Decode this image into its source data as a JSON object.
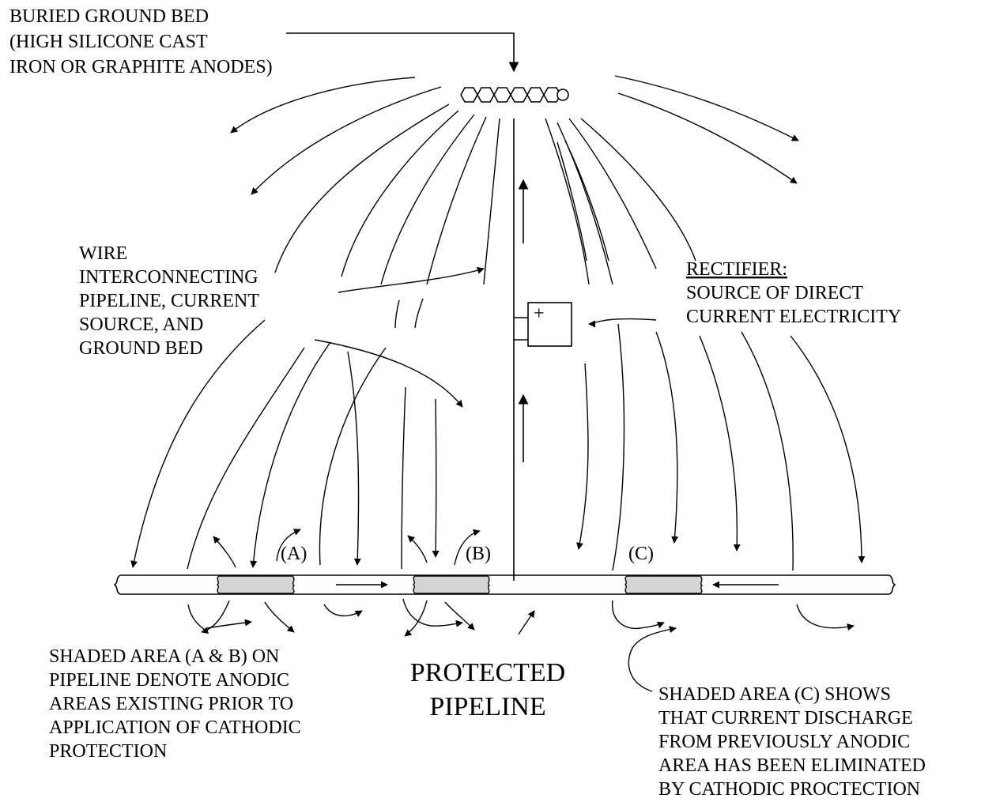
{
  "labels": {
    "ground_bed": [
      "BURIED GROUND BED",
      "(HIGH SILICONE CAST",
      "IRON OR GRAPHITE ANODES)"
    ],
    "wire": [
      "WIRE",
      "INTERCONNECTING",
      "PIPELINE, CURRENT",
      "SOURCE, AND",
      "GROUND BED"
    ],
    "rectifier_title": "RECTIFIER:",
    "rectifier_desc": [
      "SOURCE OF DIRECT",
      "CURRENT ELECTRICITY"
    ],
    "plus_sign": "+",
    "area_a": "(A)",
    "area_b": "(B)",
    "area_c": "(C)",
    "shaded_ab": [
      "SHADED AREA  (A & B) ON",
      "PIPELINE DENOTE ANODIC",
      "AREAS EXISTING PRIOR TO",
      "APPLICATION OF CATHODIC",
      "PROTECTION"
    ],
    "protected_pipeline": [
      "PROTECTED",
      "PIPELINE"
    ],
    "shaded_c": [
      "SHADED AREA (C) SHOWS",
      "THAT CURRENT DISCHARGE",
      "FROM PREVIOUSLY ANODIC",
      "AREA HAS BEEN ELIMINATED",
      "BY CATHODIC PROCTECTION"
    ]
  },
  "colors": {
    "line": "#000000",
    "shaded_area": "#d4d4d4",
    "background": "#ffffff"
  }
}
